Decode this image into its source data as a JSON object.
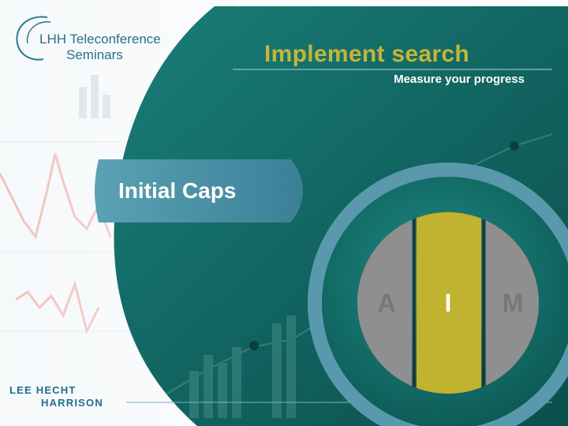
{
  "header": {
    "logo_line1": "LHH Teleconference",
    "logo_line2": "Seminars",
    "title": "Implement search",
    "subtitle": "Measure your progress"
  },
  "section": {
    "label": "Initial Caps"
  },
  "aim": {
    "letters": [
      "A",
      "I",
      "M"
    ],
    "active_index": 1
  },
  "branding": {
    "line1": "LEE HECHT",
    "line2": "HARRISON"
  },
  "colors": {
    "teal_dark": "#0f5e5a",
    "teal_mid": "#1c7d78",
    "steel_blue": "#4f8fa6",
    "accent_gold": "#c1b22f",
    "segment_gray": "#8e8e8e",
    "brand_blue": "#1f6f8b"
  }
}
